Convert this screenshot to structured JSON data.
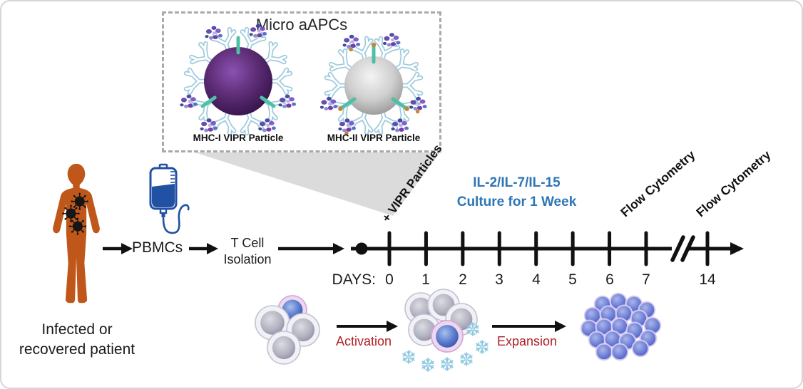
{
  "inset": {
    "title": "Micro aAPCs",
    "particles": [
      {
        "label": "MHC-I VIPR Particle",
        "core_color": "#5E2D76"
      },
      {
        "label": "MHC-II VIPR Particle",
        "core_color": "#BFBFBF"
      }
    ]
  },
  "patient": {
    "caption_line1": "Infected or",
    "caption_line2": "recovered patient"
  },
  "process": {
    "pbmcs_label": "PBMCs",
    "isolation_line1": "T Cell",
    "isolation_line2": "Isolation"
  },
  "timeline": {
    "axis_label": "DAYS:",
    "ticks": [
      "0",
      "1",
      "2",
      "3",
      "4",
      "5",
      "6",
      "7"
    ],
    "final_tick": "14",
    "vipr_annotation": "+ VIPR Particles",
    "culture_line1": "IL-2/IL-7/IL-15",
    "culture_line2": "Culture for 1 Week",
    "flow_cytometry_day7": "Flow Cytometry",
    "flow_cytometry_day14": "Flow Cytometry"
  },
  "culture_steps": {
    "activation_label": "Activation",
    "expansion_label": "Expansion"
  },
  "colors": {
    "culture_text": "#2E75B6",
    "step_text": "#AF2127",
    "patient_body": "#C0571A",
    "iv_bag": "#2051A3",
    "particle_branch": "#9FCBDD",
    "linker": "#4FC0A8",
    "axis": "#111111",
    "funnel": "#DBDBDB",
    "dashed_border": "#A9A9A9"
  }
}
